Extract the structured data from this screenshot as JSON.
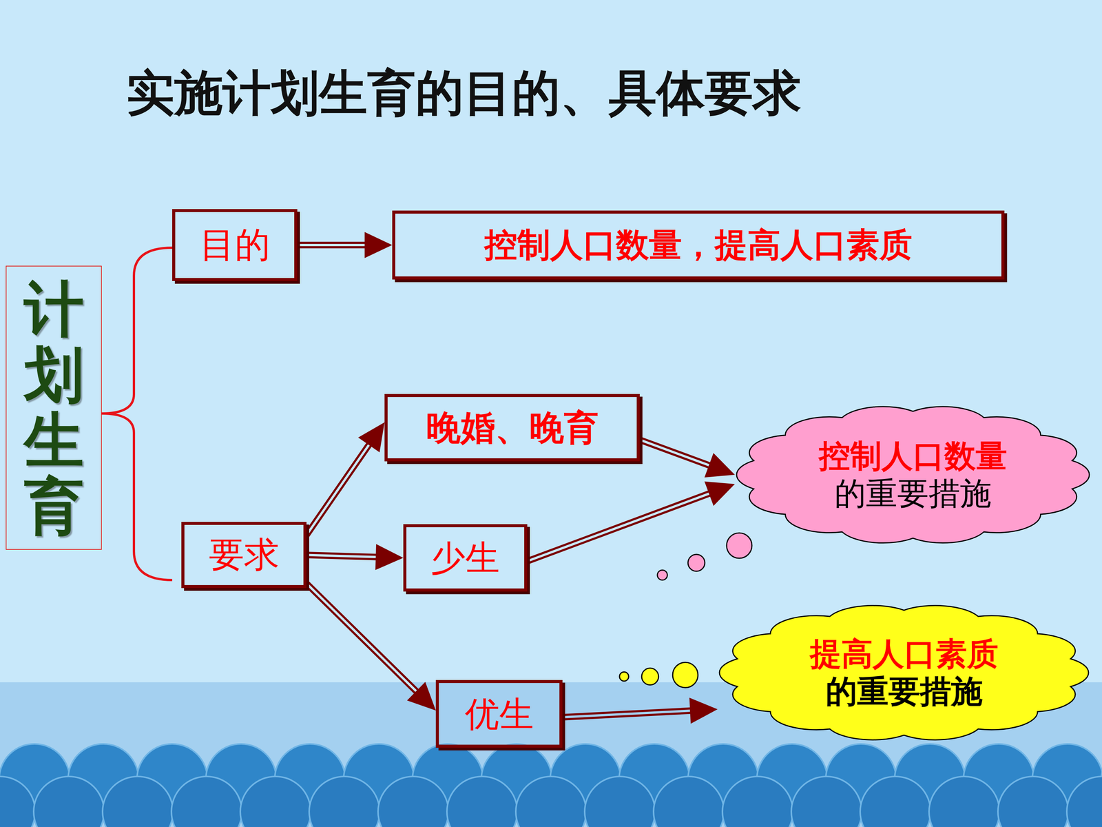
{
  "diagram": {
    "title": "实施计划生育的目的、具体要求",
    "nodes": [
      {
        "text": [
          "计划生育"
        ]
      },
      {
        "text": [
          "目的"
        ]
      },
      {
        "text": [
          "控制人口数量，提高人口素质"
        ]
      },
      {
        "text": [
          "要求"
        ]
      },
      {
        "text": [
          "晚婚、晚育"
        ]
      },
      {
        "text": [
          "少生"
        ]
      },
      {
        "text": [
          "优生"
        ]
      },
      {
        "text": [
          "控制人口数量",
          "的重要措施"
        ]
      },
      {
        "text": [
          "提高人口素质",
          "的重要措施"
        ]
      }
    ],
    "edges": [
      {
        "from": 1,
        "to": 2,
        "arrow": "to"
      },
      {
        "from": 3,
        "to": 4,
        "arrow": "to"
      },
      {
        "from": 3,
        "to": 5,
        "arrow": "to"
      },
      {
        "from": 3,
        "to": 6,
        "arrow": "to"
      },
      {
        "from": 4,
        "to": 7,
        "arrow": "to"
      },
      {
        "from": 5,
        "to": 7,
        "arrow": "to"
      },
      {
        "from": 6,
        "to": 8,
        "arrow": "to"
      }
    ]
  }
}
